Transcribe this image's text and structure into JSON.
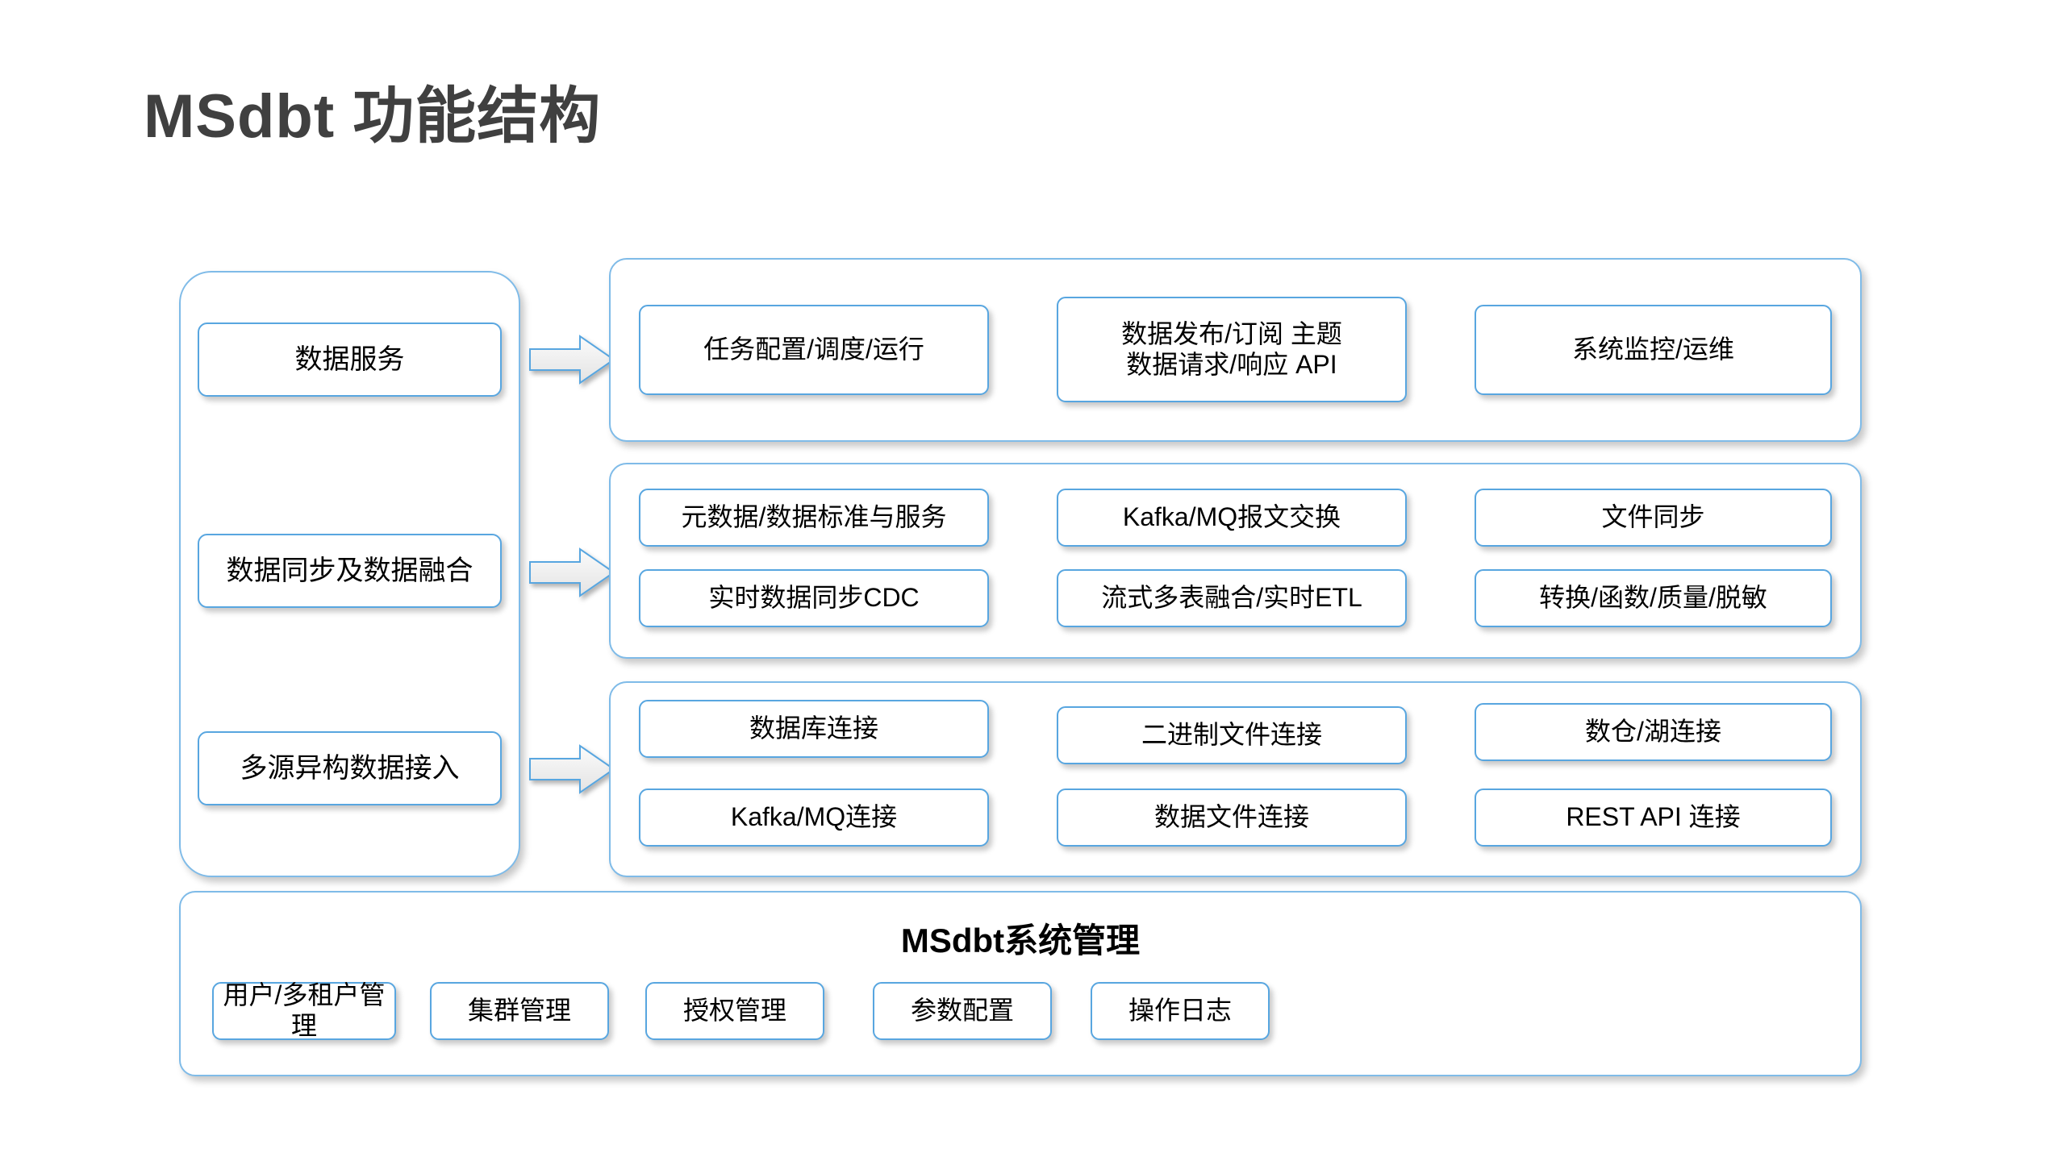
{
  "title": "MSdbt 功能结构",
  "left_column": {
    "items": [
      {
        "label": "数据服务"
      },
      {
        "label": "数据同步及数据融合"
      },
      {
        "label": "多源异构数据接入"
      }
    ]
  },
  "arrows": [
    {
      "name": "arrow-to-services"
    },
    {
      "name": "arrow-to-sync"
    },
    {
      "name": "arrow-to-access"
    }
  ],
  "panels": [
    {
      "name": "data-services",
      "rows": [
        {
          "cells": [
            "任务配置/调度/运行",
            "数据发布/订阅 主题\n数据请求/响应 API",
            "系统监控/运维"
          ]
        }
      ]
    },
    {
      "name": "data-sync-fusion",
      "rows": [
        {
          "cells": [
            "元数据/数据标准与服务",
            "Kafka/MQ报文交换",
            "文件同步"
          ]
        },
        {
          "cells": [
            "实时数据同步CDC",
            "流式多表融合/实时ETL",
            "转换/函数/质量/脱敏"
          ]
        }
      ]
    },
    {
      "name": "multi-source-access",
      "rows": [
        {
          "cells": [
            "数据库连接",
            "二进制文件连接",
            "数仓/湖连接"
          ]
        },
        {
          "cells": [
            "Kafka/MQ连接",
            "数据文件连接",
            "REST API 连接"
          ]
        }
      ]
    }
  ],
  "admin": {
    "title": "MSdbt系统管理",
    "items": [
      "用户/多租户管理",
      "集群管理",
      "授权管理",
      "参数配置",
      "操作日志"
    ]
  },
  "services_cell_1_line1": "数据发布/订阅 主题",
  "services_cell_1_line2": "数据请求/响应 API",
  "colors": {
    "title_text": "#404040",
    "card_border": "#58a6e0",
    "panel_border": "#7fbbe8",
    "card_background": "#ffffff",
    "page_background": "#ffffff",
    "arrow_fill": "#eeeeee",
    "arrow_border": "#58a6e0",
    "body_text": "#000000"
  }
}
